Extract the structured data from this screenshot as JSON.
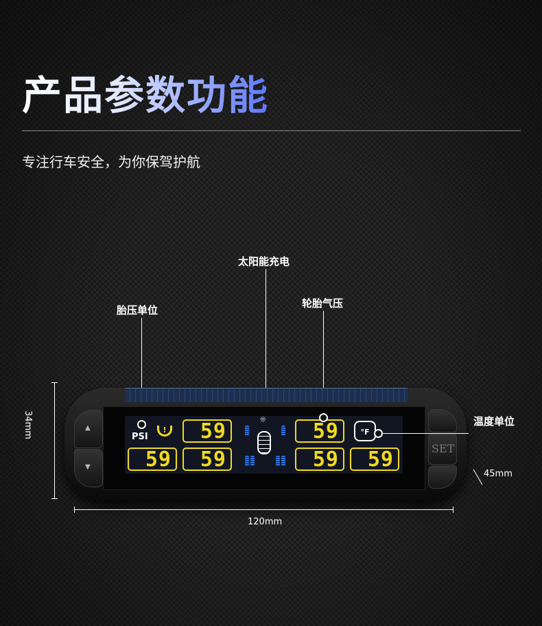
{
  "title": "产品参数功能",
  "subtitle": "专注行车安全，为你保驾护航",
  "callouts": {
    "solar": "太阳能充电",
    "pressure_unit": "胎压单位",
    "tire_pressure": "轮胎气压",
    "temp_unit": "温度单位"
  },
  "dimensions": {
    "height": "34mm",
    "width": "120mm",
    "depth": "45mm"
  },
  "device": {
    "set_label": "SET",
    "pressure_unit": "PSI",
    "temp_unit": "°F",
    "tpms_symbol": "!",
    "up_arrow": "▲",
    "down_arrow": "▼",
    "sun_icon": "☼",
    "readings": {
      "top_left": "59",
      "top_right": "59",
      "bottom_1": "59",
      "bottom_2": "59",
      "bottom_3": "59",
      "bottom_4": "59"
    }
  },
  "colors": {
    "lcd_yellow": "#f0da22",
    "wheel_blue": "#2d6fd8",
    "title_blue": "#5c77ff"
  }
}
